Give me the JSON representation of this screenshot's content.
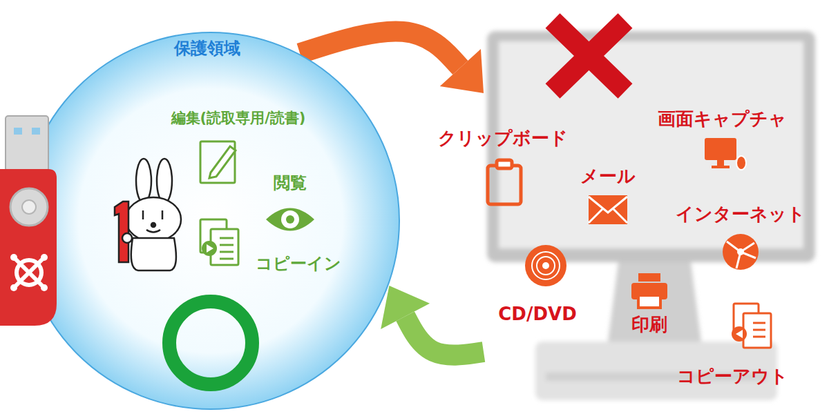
{
  "diagram": {
    "nodes": [
      {
        "text": [
          "保護領域",
          "編集(読取専用/読書)",
          "閲覧",
          "コピーイン"
        ]
      },
      {
        "text": [
          "クリップボード",
          "画面キャプチャ",
          "メール",
          "インターネット",
          "CD/DVD",
          "印刷",
          "コピーアウト"
        ]
      }
    ],
    "edges": [
      {
        "from": 0,
        "to": 1,
        "arrow": "to"
      },
      {
        "from": 1,
        "to": 0,
        "arrow": "to"
      }
    ]
  }
}
